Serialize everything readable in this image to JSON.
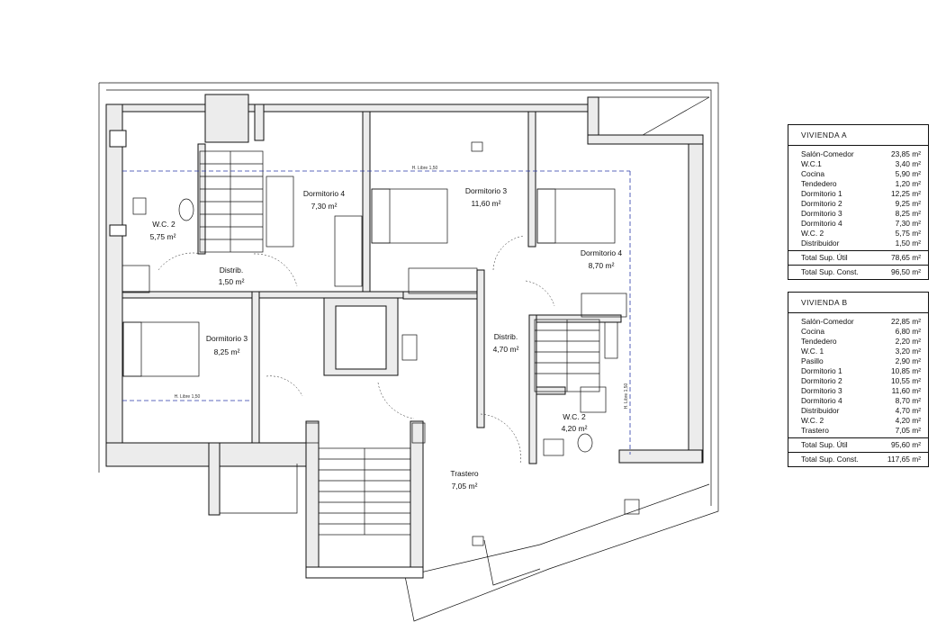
{
  "plan": {
    "rooms": [
      {
        "id": "wc2-a",
        "name": "W.C. 2",
        "area": "5,75 m²"
      },
      {
        "id": "dorm4-a",
        "name": "Dormitorio 4",
        "area": "7,30 m²"
      },
      {
        "id": "dorm3-a",
        "name": "Dormitorio 3",
        "area": "11,60 m²"
      },
      {
        "id": "distrib-a",
        "name": "Distrib.",
        "area": "1,50 m²"
      },
      {
        "id": "dorm3-b",
        "name": "Dormitorio 3",
        "area": "8,25 m²"
      },
      {
        "id": "dorm4-b",
        "name": "Dormitorio 4",
        "area": "8,70 m²"
      },
      {
        "id": "distrib-b",
        "name": "Distrib.",
        "area": "4,70 m²"
      },
      {
        "id": "wc2-b",
        "name": "W.C. 2",
        "area": "4,20 m²"
      },
      {
        "id": "trastero",
        "name": "Trastero",
        "area": "7,05 m²"
      }
    ],
    "clearance_labels": [
      "H. Libre 1,50",
      "H. Libre 1,50",
      "H. Libre 1,50"
    ]
  },
  "vivienda_a": {
    "title": "VIVIENDA  A",
    "rows": [
      {
        "label": "Salón-Comedor",
        "value": "23,85 m²"
      },
      {
        "label": "W.C.1",
        "value": "3,40 m²"
      },
      {
        "label": "Cocina",
        "value": "5,90 m²"
      },
      {
        "label": "Tendedero",
        "value": "1,20 m²"
      },
      {
        "label": "Dormitorio 1",
        "value": "12,25 m²"
      },
      {
        "label": "Dormitorio 2",
        "value": "9,25 m²"
      },
      {
        "label": "Dormitorio 3",
        "value": "8,25 m²"
      },
      {
        "label": "Dormitorio 4",
        "value": "7,30 m²"
      },
      {
        "label": "W.C. 2",
        "value": "5,75 m²"
      },
      {
        "label": "Distribuidor",
        "value": "1,50 m²"
      }
    ],
    "total_util_label": "Total Sup. Útil",
    "total_util_value": "78,65 m²",
    "total_const_label": "Total Sup. Const.",
    "total_const_value": "96,50 m²"
  },
  "vivienda_b": {
    "title": "VIVIENDA  B",
    "rows": [
      {
        "label": "Salón-Comedor",
        "value": "22,85 m²"
      },
      {
        "label": "Cocina",
        "value": "6,80 m²"
      },
      {
        "label": "Tendedero",
        "value": "2,20 m²"
      },
      {
        "label": "W.C. 1",
        "value": "3,20 m²"
      },
      {
        "label": "Pasillo",
        "value": "2,90 m²"
      },
      {
        "label": "Dormitorio 1",
        "value": "10,85 m²"
      },
      {
        "label": "Dormitorio 2",
        "value": "10,55 m²"
      },
      {
        "label": "Dormitorio 3",
        "value": "11,60 m²"
      },
      {
        "label": "Dormitorio 4",
        "value": "8,70 m²"
      },
      {
        "label": "Distribuidor",
        "value": "4,70 m²"
      },
      {
        "label": "W.C. 2",
        "value": "4,20 m²"
      },
      {
        "label": "Trastero",
        "value": "7,05 m²"
      }
    ],
    "total_util_label": "Total Sup. Útil",
    "total_util_value": "95,60 m²",
    "total_const_label": "Total Sup. Const.",
    "total_const_value": "117,65 m²"
  }
}
